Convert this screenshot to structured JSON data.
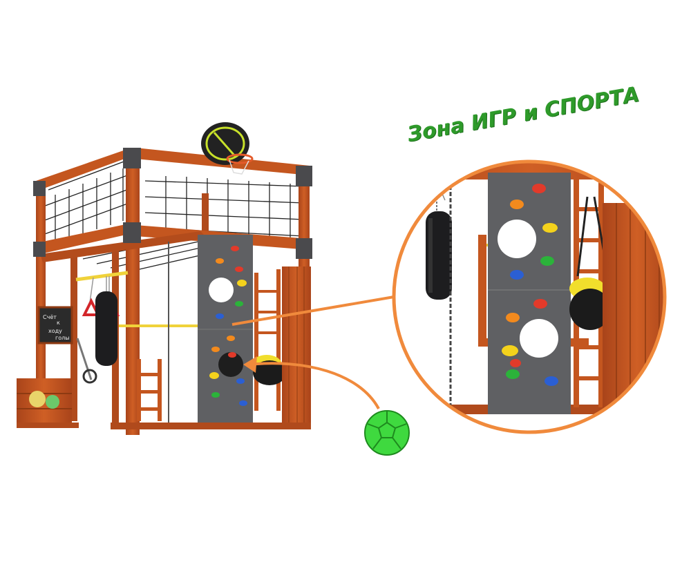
{
  "zone_title": "Зона ИГР и СПОРТА",
  "chalkboard_text": [
    "Счёт",
    "к",
    "ходу",
    "голы"
  ],
  "colors": {
    "wood": "#c1531d",
    "wood_dark": "#8d3a12",
    "panel": "#5f6063",
    "accent_ring": "#f08a3c",
    "title_green": "#2e9a2a",
    "ball_green": "#3fd93f"
  }
}
